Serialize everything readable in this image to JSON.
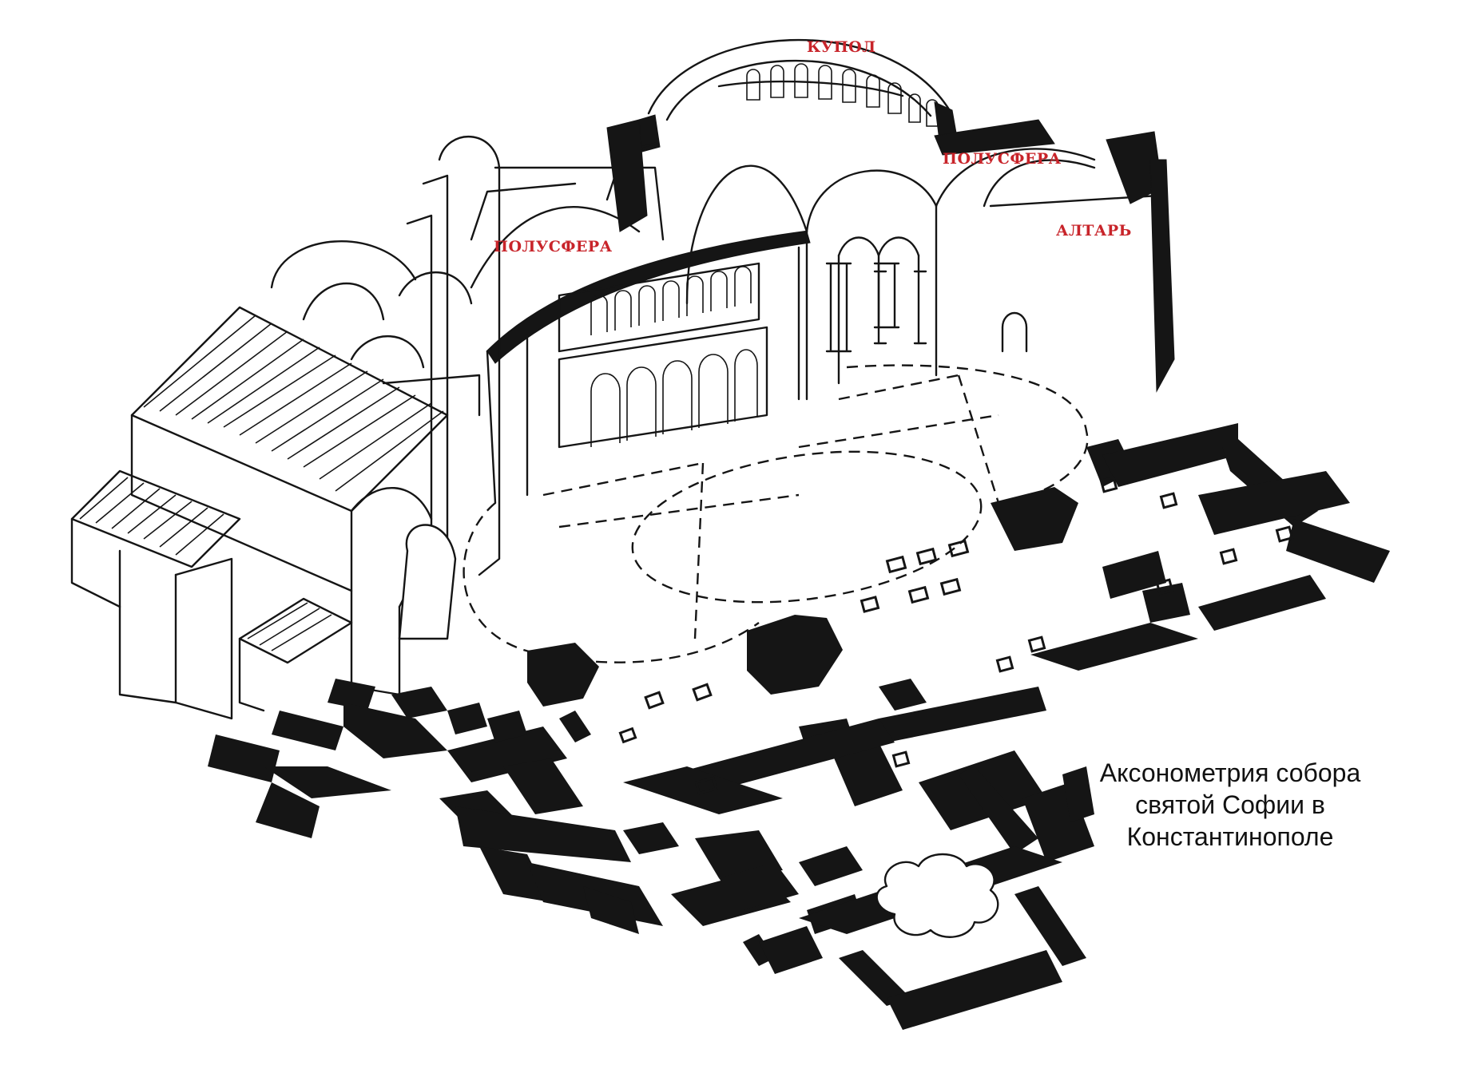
{
  "labels": {
    "dome": "КУПОЛ",
    "half_dome_right": "ПОЛУСФЕРА",
    "half_dome_left": "ПОЛУСФЕРА",
    "altar": "АЛТАРЬ"
  },
  "caption": {
    "line1": "Аксонометрия собора",
    "line2": "святой Софии в",
    "line3": "Константинополе"
  },
  "colors": {
    "label": "#c8242a",
    "ink": "#151515",
    "background": "#ffffff"
  }
}
